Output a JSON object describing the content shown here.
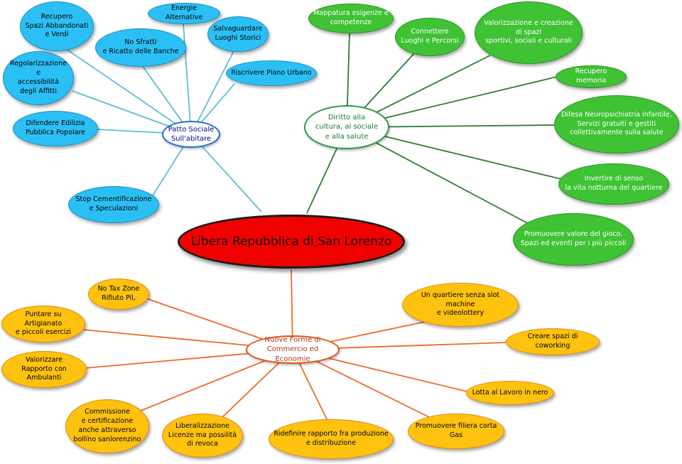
{
  "center": {
    "label": "Libera Repubblica di San Lorenzo"
  },
  "colors": {
    "center": "#f10000",
    "blue_branch": "#2bc0f5",
    "green_branch": "#3fc234",
    "orange_branch": "#ffc20e",
    "blue_line": "#5bbfd0",
    "green_line": "#2e7d32",
    "orange_line": "#ee6a2a"
  },
  "branches": {
    "abitare": {
      "hub": "Patto Sociale\nSull'abitare",
      "nodes": [
        "Recupero\nSpazi Abbandonati\ne Verdi",
        "Energie Alternative",
        "No Sfratti\ne Ricatto delle Banche",
        "Salvaguardare\nLuoghi Storici",
        "Regolarizzazione\ne\naccessibilità\ndegli Affitti",
        "Riscrivere Piano Urbano",
        "Difendere Edilizia\nPubblica Popolare",
        "Stop Cementificazione\ne Speculazioni"
      ]
    },
    "cultura": {
      "hub": "Diritto alla\ncultura, al sociale\ne alla salute",
      "nodes": [
        "Mappatura esigenze e\ncompetenze",
        "Connettere\nLuoghi e Percorsi",
        "Valorizzazione e creazione\ndi spazi\nsportivi, sociali e culturali",
        "Recupero memoria",
        "Difesa Neuropsichiatria infantile,\nServizi gratuiti e gestiti\ncollettivamente sulla salute",
        "Invertire di senso\nla vita notturna del quartiere",
        "Promuovere valore del gioco.\nSpazi ed eventi per i più piccoli"
      ]
    },
    "commercio": {
      "hub": "Nuove Forme di\nCommercio ed Economie",
      "nodes": [
        "No Tax Zone\nRifiuto Pil,",
        "Puntare su Artigianato\ne piccoli esercizi",
        "Valorizzare\nRapporto con Ambulanti",
        "Commissione\ne certificazione\nanche attraverso\nbollino sanlorenzino",
        "Liberalizzazione\nLicenze ma possilità\ndi revoca",
        "Ridefinire rapporto fra produzione\ne distribuzione",
        "Promuovere filiera corta\nGas",
        "Lotta al Lavoro in nero",
        "Creare spazi di coworking",
        "Un quartiere senza slot machine\ne videolottery"
      ]
    }
  }
}
